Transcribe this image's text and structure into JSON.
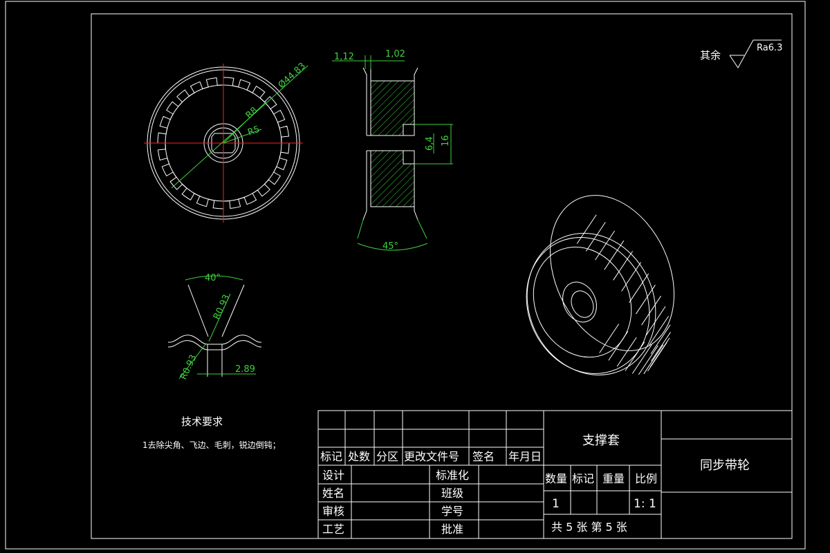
{
  "roughness": {
    "label": "其余",
    "value": "Ra6.3"
  },
  "front_view": {
    "dia_outer": "Ø44.83",
    "radius_1": "R8",
    "radius_2": "R5"
  },
  "section_view": {
    "dim_1": "1,12",
    "dim_2": "1,02",
    "dim_3": "6,4",
    "dim_4": "16",
    "angle": "45°"
  },
  "tooth_detail": {
    "angle": "40°",
    "r_top": "R0.93",
    "r_left": "R0.93",
    "width": "2.89"
  },
  "tech_req": {
    "title": "技术要求",
    "item1": "1去除尖角、飞边、毛刺，锐边倒钝；"
  },
  "title_block": {
    "headers": [
      "标记",
      "处数",
      "分区",
      "更改文件号",
      "签名",
      "年月日"
    ],
    "roles": [
      "设计",
      "姓名",
      "审核",
      "工艺"
    ],
    "middle": [
      "标准化",
      "班级",
      "学号",
      "批准"
    ],
    "part_name": "支撑套",
    "drawing_name": "同步带轮",
    "col_qty": "数量",
    "col_mark": "标记",
    "col_weight": "重量",
    "col_scale": "比例",
    "qty": "1",
    "scale": "1: 1",
    "sheets": "共 5 张 第 5 张"
  }
}
